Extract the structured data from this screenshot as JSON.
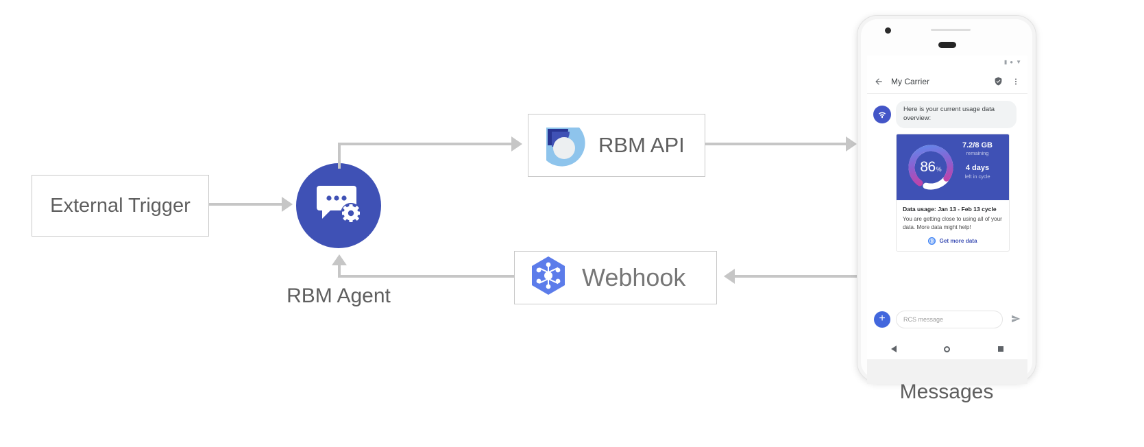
{
  "diagram": {
    "nodes": {
      "external_trigger": {
        "label": "External Trigger"
      },
      "rbm_agent": {
        "label": "RBM Agent",
        "icon": "chat-gear-icon",
        "color": "#3f51b5"
      },
      "rbm_api": {
        "label": "RBM API",
        "icon": "rbm-api-logo-icon"
      },
      "webhook": {
        "label": "Webhook",
        "icon": "webhook-hexagon-icon"
      },
      "messages": {
        "label": "Messages"
      }
    }
  },
  "phone": {
    "status_bar": {
      "signal": "signal-icon",
      "wifi": "wifi-icon",
      "battery": "battery-icon"
    },
    "app_bar": {
      "back": "back-arrow-icon",
      "title": "My Carrier",
      "verified": "verified-shield-icon",
      "overflow": "overflow-menu-icon"
    },
    "conversation": {
      "avatar": "carrier-avatar-icon",
      "greeting": "Here is your current usage data overview:"
    },
    "rich_card": {
      "gauge": {
        "percent": "86",
        "unit": "%",
        "value": 86,
        "track_colors": [
          "#5b8def",
          "#8c5fd0",
          "#e0318f"
        ]
      },
      "stats": [
        {
          "main": "7.2/8 GB",
          "sub": "remaining"
        },
        {
          "main": "4 days",
          "sub": "left in cycle"
        }
      ],
      "title": "Data usage: Jan 13 - Feb 13 cycle",
      "description": "You are getting close to using all of your data. More data might help!",
      "action": {
        "icon": "globe-icon",
        "label": "Get more data"
      }
    },
    "composer": {
      "plus": "+",
      "placeholder": "RCS message",
      "send": "send-icon"
    },
    "nav_bar": {
      "back": "nav-back-icon",
      "home": "nav-home-icon",
      "recent": "nav-recent-icon"
    }
  },
  "colors": {
    "accent": "#3f51b5",
    "connector": "#c6c6c6",
    "box_border": "#c8c8c8",
    "text": "#5f5f5f"
  }
}
